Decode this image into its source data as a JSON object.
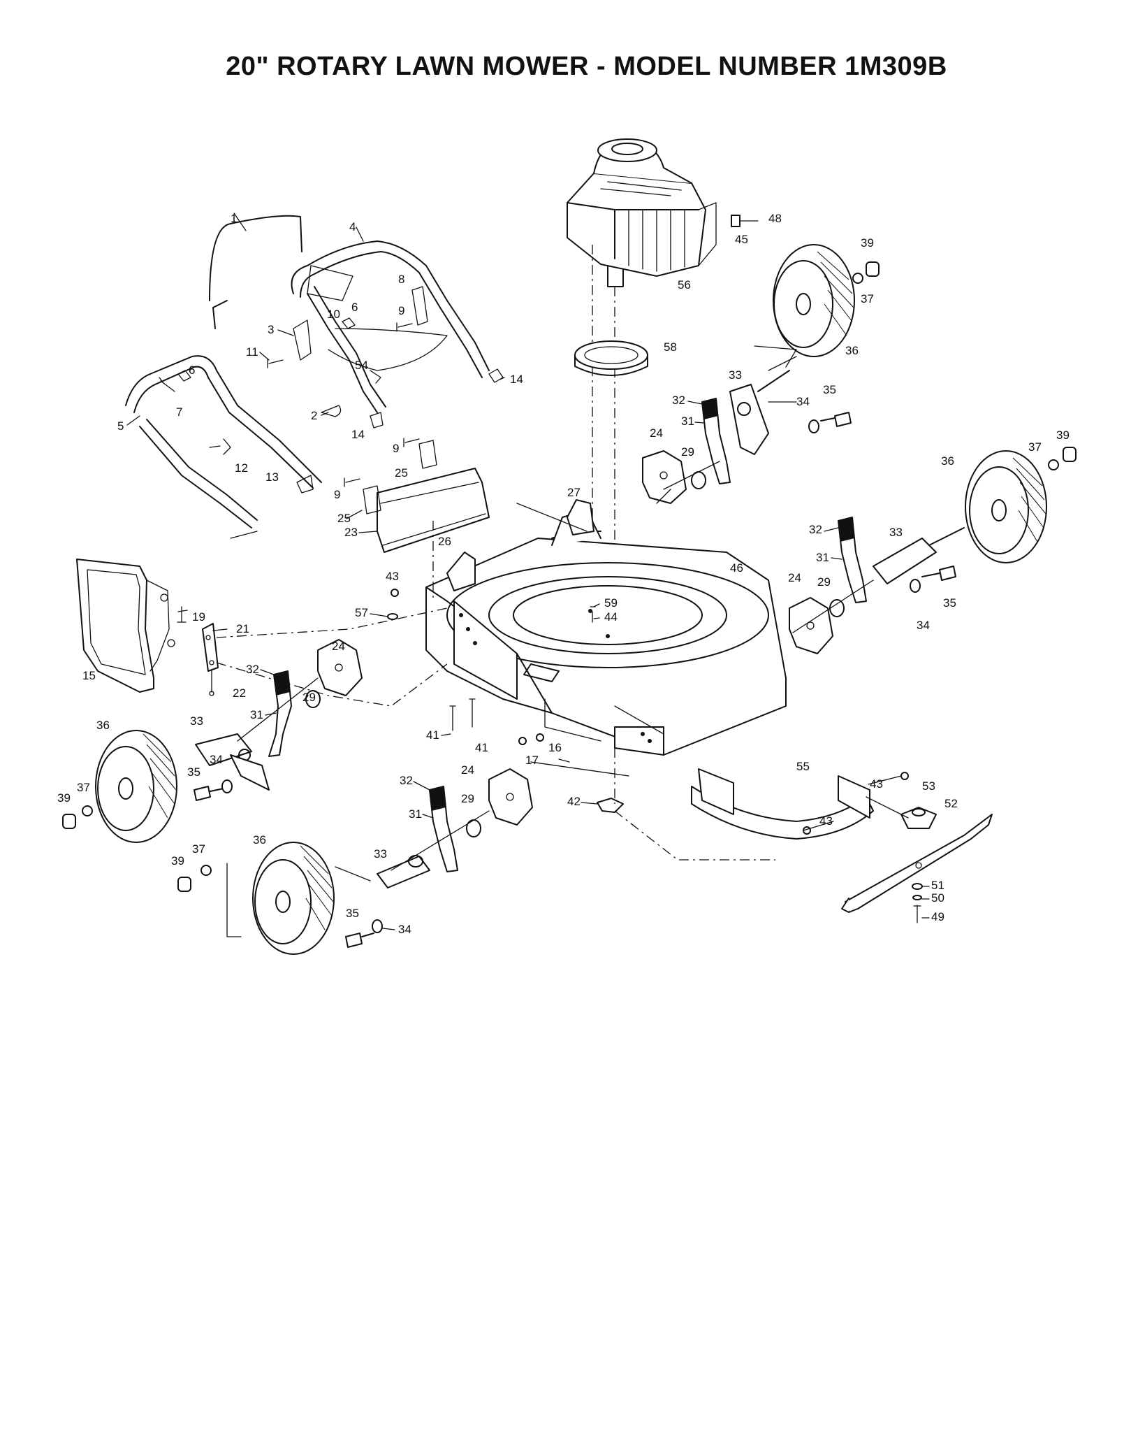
{
  "title": "20\" ROTARY LAWN MOWER - MODEL NUMBER 1M309B",
  "labels": {
    "l1": "1",
    "l2": "2",
    "l3": "3",
    "l4": "4",
    "l5": "5",
    "l6a": "6",
    "l6b": "6",
    "l7": "7",
    "l8": "8",
    "l9a": "9",
    "l9b": "9",
    "l9c": "9",
    "l10": "10",
    "l11": "11",
    "l12": "12",
    "l13": "13",
    "l14a": "14",
    "l14b": "14",
    "l15": "15",
    "l16": "16",
    "l17": "17",
    "l19": "19",
    "l21": "21",
    "l22": "22",
    "l23": "23",
    "l24a": "24",
    "l24b": "24",
    "l24c": "24",
    "l24d": "24",
    "l25a": "25",
    "l25b": "25",
    "l26": "26",
    "l27": "27",
    "l29a": "29",
    "l29b": "29",
    "l29c": "29",
    "l29d": "29",
    "l31a": "31",
    "l31b": "31",
    "l31c": "31",
    "l31d": "31",
    "l32a": "32",
    "l32b": "32",
    "l32c": "32",
    "l32d": "32",
    "l33a": "33",
    "l33b": "33",
    "l33c": "33",
    "l33d": "33",
    "l34a": "34",
    "l34b": "34",
    "l34c": "34",
    "l34d": "34",
    "l35a": "35",
    "l35b": "35",
    "l35c": "35",
    "l35d": "35",
    "l36a": "36",
    "l36b": "36",
    "l36c": "36",
    "l36d": "36",
    "l37a": "37",
    "l37b": "37",
    "l37c": "37",
    "l37d": "37",
    "l39a": "39",
    "l39b": "39",
    "l39c": "39",
    "l39d": "39",
    "l41a": "41",
    "l41b": "41",
    "l42": "42",
    "l43a": "43",
    "l43b": "43",
    "l43c": "43",
    "l44": "44",
    "l45": "45",
    "l46": "46",
    "l48": "48",
    "l49": "49",
    "l50": "50",
    "l51": "51",
    "l52": "52",
    "l53": "53",
    "l54": "54",
    "l55": "55",
    "l56": "56",
    "l57": "57",
    "l58": "58",
    "l59": "59"
  }
}
